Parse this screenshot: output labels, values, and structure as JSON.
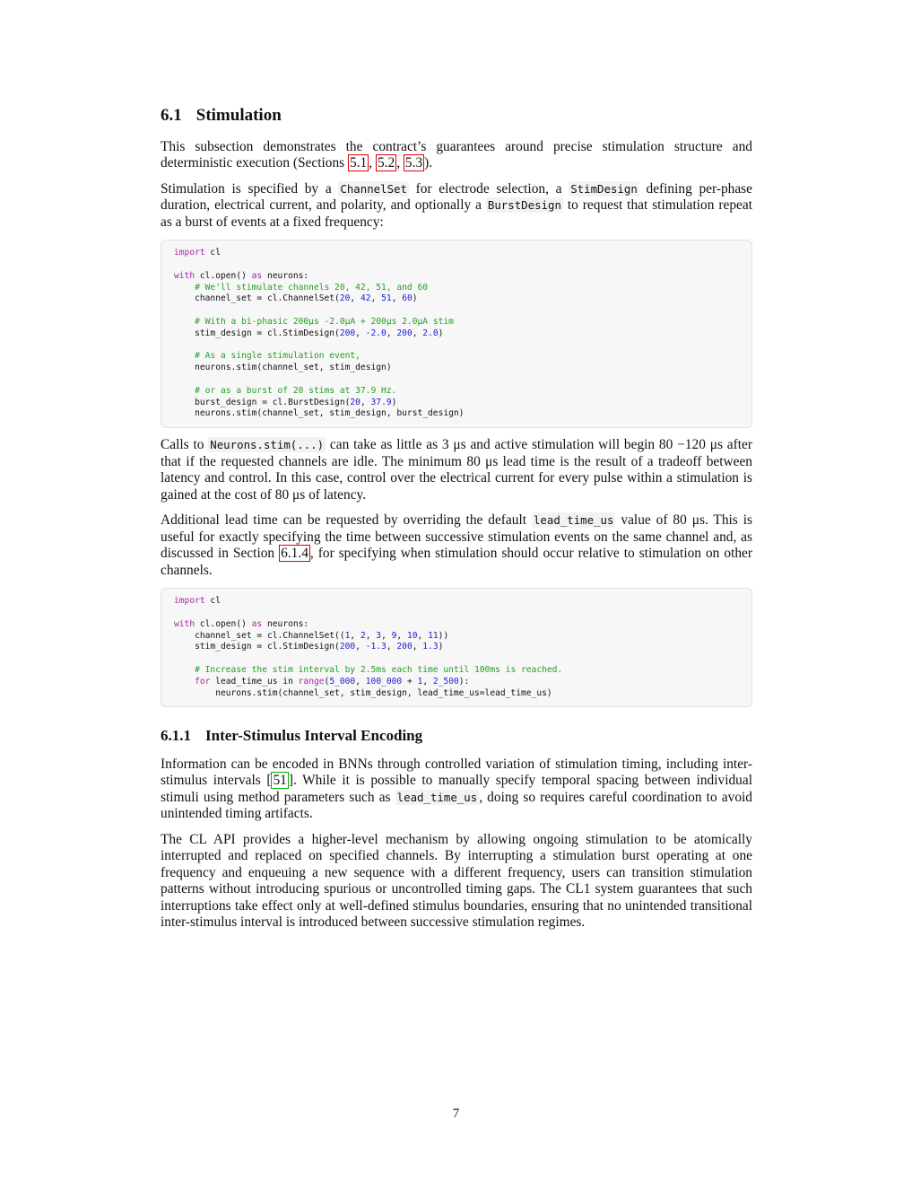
{
  "section": {
    "number": "6.1",
    "title": "Stimulation"
  },
  "p1": {
    "text": "This subsection demonstrates the contract’s guarantees around precise stimulation structure and deterministic execution (Sections ",
    "refs": [
      "5.1",
      "5.2",
      "5.3"
    ],
    "sep": ", ",
    "end": ")."
  },
  "p2": {
    "a": "Stimulation is specified by a ",
    "code1": "ChannelSet",
    "b": " for electrode selection, a ",
    "code2": "StimDesign",
    "c": " defining per-phase duration, electrical current, and polarity, and optionally a ",
    "code3": "BurstDesign",
    "d": " to request that stimulation repeat as a burst of events at a fixed frequency:"
  },
  "code_block_1": [
    [
      [
        "kw",
        "import"
      ],
      [
        "t",
        " cl"
      ]
    ],
    [],
    [
      [
        "kw",
        "with"
      ],
      [
        "t",
        " cl.open() "
      ],
      [
        "kw",
        "as"
      ],
      [
        "t",
        " neurons:"
      ]
    ],
    [
      [
        "t",
        "    "
      ],
      [
        "cm",
        "# We'll stimulate channels 20, 42, 51, and 60"
      ]
    ],
    [
      [
        "t",
        "    channel_set = cl.ChannelSet("
      ],
      [
        "nu",
        "20"
      ],
      [
        "t",
        ", "
      ],
      [
        "nu",
        "42"
      ],
      [
        "t",
        ", "
      ],
      [
        "nu",
        "51"
      ],
      [
        "t",
        ", "
      ],
      [
        "nu",
        "60"
      ],
      [
        "t",
        ")"
      ]
    ],
    [],
    [
      [
        "t",
        "    "
      ],
      [
        "cm",
        "# With a bi-phasic 200μs -2.0μA + 200μs 2.0μA stim"
      ]
    ],
    [
      [
        "t",
        "    stim_design = cl.StimDesign("
      ],
      [
        "nu",
        "200"
      ],
      [
        "t",
        ", "
      ],
      [
        "nu",
        "-2.0"
      ],
      [
        "t",
        ", "
      ],
      [
        "nu",
        "200"
      ],
      [
        "t",
        ", "
      ],
      [
        "nu",
        "2.0"
      ],
      [
        "t",
        ")"
      ]
    ],
    [],
    [
      [
        "t",
        "    "
      ],
      [
        "cm",
        "# As a single stimulation event,"
      ]
    ],
    [
      [
        "t",
        "    neurons.stim(channel_set, stim_design)"
      ]
    ],
    [],
    [
      [
        "t",
        "    "
      ],
      [
        "cm",
        "# or as a burst of 20 stims at 37.9 Hz."
      ]
    ],
    [
      [
        "t",
        "    burst_design = cl.BurstDesign("
      ],
      [
        "nu",
        "20"
      ],
      [
        "t",
        ", "
      ],
      [
        "nu",
        "37.9"
      ],
      [
        "t",
        ")"
      ]
    ],
    [
      [
        "t",
        "    neurons.stim(channel_set, stim_design, burst_design)"
      ]
    ]
  ],
  "p3": {
    "a": "Calls to ",
    "code1": "Neurons.stim(...)",
    "b": " can take as little as 3 μs and active stimulation will begin 80 −120 μs after that if the requested channels are idle. The minimum 80 μs lead time is the result of a tradeoff between latency and control. In this case, control over the electrical current for every pulse within a stimulation is gained at the cost of 80 μs of latency."
  },
  "p4": {
    "a": "Additional lead time can be requested by overriding the default ",
    "code1": "lead_time_us",
    "b": " value of 80 μs. This is useful for exactly specifying the time between successive stimulation events on the same channel and, as discussed in Section ",
    "ref": "6.1.4",
    "c": ", for specifying when stimulation should occur relative to stimulation on other channels."
  },
  "code_block_2": [
    [
      [
        "kw",
        "import"
      ],
      [
        "t",
        " cl"
      ]
    ],
    [],
    [
      [
        "kw",
        "with"
      ],
      [
        "t",
        " cl.open() "
      ],
      [
        "kw",
        "as"
      ],
      [
        "t",
        " neurons:"
      ]
    ],
    [
      [
        "t",
        "    channel_set = cl.ChannelSet(("
      ],
      [
        "nu",
        "1"
      ],
      [
        "t",
        ", "
      ],
      [
        "nu",
        "2"
      ],
      [
        "t",
        ", "
      ],
      [
        "nu",
        "3"
      ],
      [
        "t",
        ", "
      ],
      [
        "nu",
        "9"
      ],
      [
        "t",
        ", "
      ],
      [
        "nu",
        "10"
      ],
      [
        "t",
        ", "
      ],
      [
        "nu",
        "11"
      ],
      [
        "t",
        "))"
      ]
    ],
    [
      [
        "t",
        "    stim_design = cl.StimDesign("
      ],
      [
        "nu",
        "200"
      ],
      [
        "t",
        ", "
      ],
      [
        "nu",
        "-1.3"
      ],
      [
        "t",
        ", "
      ],
      [
        "nu",
        "200"
      ],
      [
        "t",
        ", "
      ],
      [
        "nu",
        "1.3"
      ],
      [
        "t",
        ")"
      ]
    ],
    [],
    [
      [
        "t",
        "    "
      ],
      [
        "cm",
        "# Increase the stim interval by 2.5ms each time until 100ms is reached."
      ]
    ],
    [
      [
        "t",
        "    "
      ],
      [
        "kw",
        "for"
      ],
      [
        "t",
        " lead_time_us in "
      ],
      [
        "fn",
        "range"
      ],
      [
        "t",
        "("
      ],
      [
        "nu",
        "5_000"
      ],
      [
        "t",
        ", "
      ],
      [
        "nu",
        "100_000"
      ],
      [
        "t",
        " + "
      ],
      [
        "nu",
        "1"
      ],
      [
        "t",
        ", "
      ],
      [
        "nu",
        "2_500"
      ],
      [
        "t",
        "):"
      ]
    ],
    [
      [
        "t",
        "        neurons.stim(channel_set, stim_design, lead_time_us=lead_time_us)"
      ]
    ]
  ],
  "subsection": {
    "number": "6.1.1",
    "title": "Inter-Stimulus Interval Encoding"
  },
  "p5": {
    "a": "Information can be encoded in BNNs through controlled variation of stimulation timing, including inter-stimulus intervals [",
    "cite": "51",
    "b": "]. While it is possible to manually specify temporal spacing between individual stimuli using method parameters such as ",
    "code1": "lead_time_us",
    "c": ", doing so requires careful coordination to avoid unintended timing artifacts."
  },
  "p6": {
    "text": "The CL API provides a higher-level mechanism by allowing ongoing stimulation to be atomically interrupted and replaced on specified channels. By interrupting a stimulation burst operating at one frequency and enqueuing a new sequence with a different frequency, users can transition stimulation patterns without introducing spurious or uncontrolled timing gaps. The CL1 system guarantees that such interruptions take effect only at well-defined stimulus boundaries, ensuring that no unintended transitional inter-stimulus interval is introduced between successive stimulation regimes."
  },
  "page_number": "7"
}
